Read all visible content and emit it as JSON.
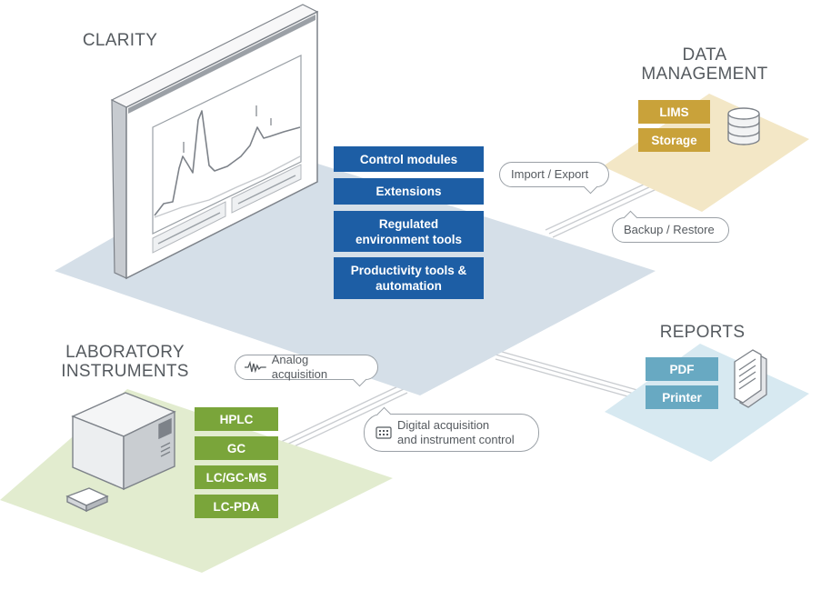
{
  "clarity": {
    "title": "CLARITY",
    "modules": [
      "Control modules",
      "Extensions",
      "Regulated environment tools",
      "Productivity tools & automation"
    ]
  },
  "data_management": {
    "title_line1": "DATA",
    "title_line2": "MANAGEMENT",
    "items": [
      "LIMS",
      "Storage"
    ],
    "import_export": "Import / Export",
    "backup_restore": "Backup / Restore"
  },
  "reports": {
    "title": "REPORTS",
    "items": [
      "PDF",
      "Printer"
    ]
  },
  "laboratory": {
    "title_line1": "LABORATORY",
    "title_line2": "INSTRUMENTS",
    "items": [
      "HPLC",
      "GC",
      "LC/GC-MS",
      "LC-PDA"
    ],
    "analog": "Analog acquisition",
    "digital_line1": "Digital acquisition",
    "digital_line2": "and instrument control"
  },
  "colors": {
    "module_blue": "#1d5ea5",
    "data_gold": "#c9a23a",
    "report_teal": "#68a9c2",
    "instrument_green": "#7aa53a",
    "clarity_plate": "#d5dfe8",
    "data_plate": "#f3e7c6",
    "report_plate": "#d7e9f1",
    "lab_plate": "#e2eccf"
  },
  "icons": {
    "database": "database-icon",
    "documents": "documents-icon",
    "monitor": "monitor-icon",
    "instrument": "lab-instrument-icon",
    "wave": "waveform-icon",
    "keypad": "keypad-icon"
  }
}
